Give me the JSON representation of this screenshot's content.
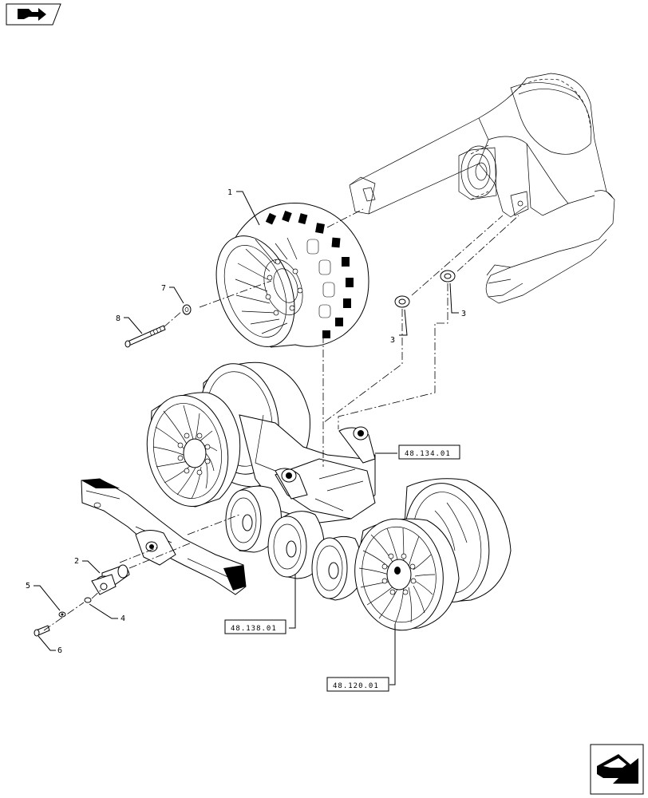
{
  "nav": {
    "top_icon": "book-arrow-icon",
    "bottom_icon": "next-page-arrow-icon"
  },
  "callouts": [
    "1",
    "2",
    "3",
    "3",
    "4",
    "5",
    "6",
    "7",
    "8"
  ],
  "references": [
    "48.134.01",
    "48.138.01",
    "48.120.01"
  ]
}
